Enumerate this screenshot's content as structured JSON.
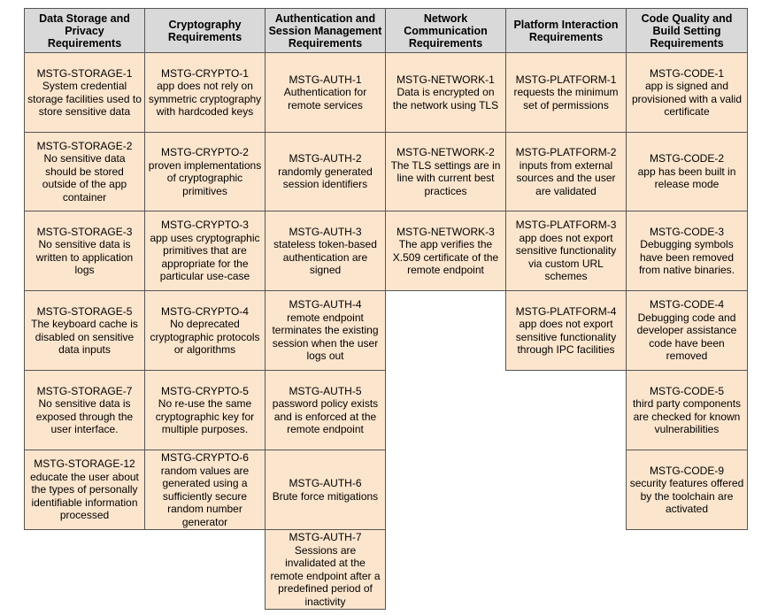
{
  "colors": {
    "header_bg": "#d9d9d9",
    "cell_bg": "#fce5cd",
    "border": "#555555"
  },
  "columns": [
    {
      "header": "Data Storage and Privacy Requirements",
      "items": [
        {
          "id": "MSTG-STORAGE-1",
          "text": "System credential storage facilities used to store sensitive data"
        },
        {
          "id": "MSTG-STORAGE-2",
          "text": "No sensitive data should be stored outside of the app container"
        },
        {
          "id": "MSTG-STORAGE-3",
          "text": "No sensitive data is written to application logs"
        },
        {
          "id": "MSTG-STORAGE-5",
          "text": "The keyboard cache is disabled on sensitive data inputs"
        },
        {
          "id": "MSTG-STORAGE-7",
          "text": "No sensitive data is exposed through the user interface."
        },
        {
          "id": "MSTG-STORAGE-12",
          "text": "educate the user about the types of personally identifiable information processed"
        }
      ]
    },
    {
      "header": "Cryptography Requirements",
      "items": [
        {
          "id": "MSTG-CRYPTO-1",
          "text": "app does not rely on symmetric cryptography with hardcoded keys"
        },
        {
          "id": "MSTG-CRYPTO-2",
          "text": "proven implementations of cryptographic primitives"
        },
        {
          "id": "MSTG-CRYPTO-3",
          "text": "app uses cryptographic primitives that are appropriate for the particular use-case"
        },
        {
          "id": "MSTG-CRYPTO-4",
          "text": "No deprecated cryptographic protocols or algorithms"
        },
        {
          "id": "MSTG-CRYPTO-5",
          "text": "No re-use the same cryptographic key for multiple purposes."
        },
        {
          "id": "MSTG-CRYPTO-6",
          "text": "random values are generated using a sufficiently secure random number generator"
        }
      ]
    },
    {
      "header": "Authentication and Session Management Requirements",
      "items": [
        {
          "id": "MSTG-AUTH-1",
          "text": "Authentication for remote services"
        },
        {
          "id": "MSTG-AUTH-2",
          "text": "randomly generated session identifiers"
        },
        {
          "id": "MSTG-AUTH-3",
          "text": "stateless token-based authentication are signed"
        },
        {
          "id": "MSTG-AUTH-4",
          "text": "remote endpoint terminates the existing session when the user logs out"
        },
        {
          "id": "MSTG-AUTH-5",
          "text": "password policy exists and is enforced at the remote endpoint"
        },
        {
          "id": "MSTG-AUTH-6",
          "text": "Brute force mitigations"
        },
        {
          "id": "MSTG-AUTH-7",
          "text": "Sessions are invalidated at the remote endpoint after a predefined period of inactivity"
        }
      ]
    },
    {
      "header": "Network Communication Requirements",
      "items": [
        {
          "id": "MSTG-NETWORK-1",
          "text": "Data is encrypted on the network using TLS"
        },
        {
          "id": "MSTG-NETWORK-2",
          "text": "The TLS settings are in line with current best practices"
        },
        {
          "id": "MSTG-NETWORK-3",
          "text": "The app verifies the X.509 certificate of the remote endpoint"
        }
      ]
    },
    {
      "header": "Platform Interaction Requirements",
      "items": [
        {
          "id": "MSTG-PLATFORM-1",
          "text": "requests the minimum set of permissions"
        },
        {
          "id": "MSTG-PLATFORM-2",
          "text": "inputs from external sources and the user are validated"
        },
        {
          "id": "MSTG-PLATFORM-3",
          "text": "app does not export sensitive functionality via custom URL schemes"
        },
        {
          "id": "MSTG-PLATFORM-4",
          "text": "app does not export sensitive functionality through IPC facilities"
        }
      ]
    },
    {
      "header": "Code Quality and Build Setting Requirements",
      "items": [
        {
          "id": "MSTG-CODE-1",
          "text": "app is signed and provisioned with a valid certificate"
        },
        {
          "id": "MSTG-CODE-2",
          "text": "app has been built in release mode"
        },
        {
          "id": "MSTG-CODE-3",
          "text": "Debugging symbols have been removed from native binaries."
        },
        {
          "id": "MSTG-CODE-4",
          "text": "Debugging code and developer assistance code have been removed"
        },
        {
          "id": "MSTG-CODE-5",
          "text": "third party components are checked for known vulnerabilities"
        },
        {
          "id": "MSTG-CODE-9",
          "text": "security features offered by the toolchain are activated"
        }
      ]
    }
  ]
}
